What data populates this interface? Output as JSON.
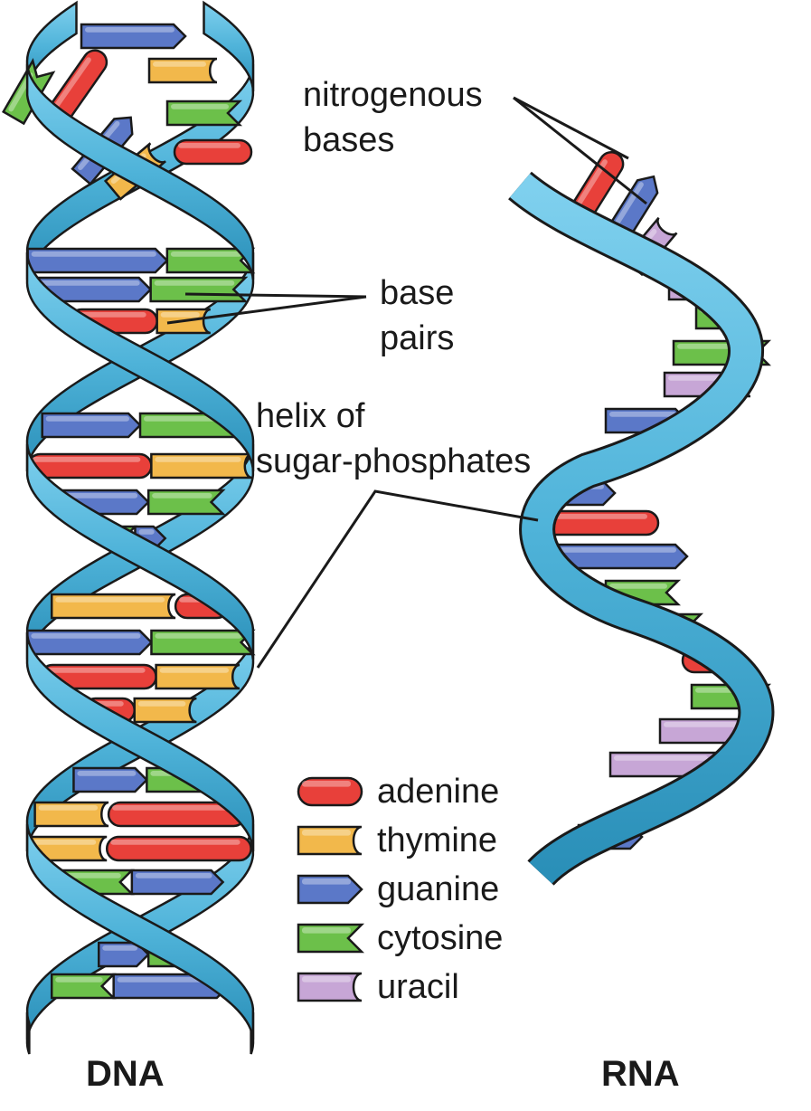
{
  "labels": {
    "nitrogenous_bases_1": "nitrogenous",
    "nitrogenous_bases_2": "bases",
    "base_pairs_1": "base",
    "base_pairs_2": "pairs",
    "helix_1": "helix of",
    "helix_2": "sugar-phosphates"
  },
  "titles": {
    "dna": "DNA",
    "rna": "RNA"
  },
  "legend": [
    {
      "label": "adenine",
      "color": "#e8403a",
      "shape": "rounded"
    },
    {
      "label": "thymine",
      "color": "#f2b84b",
      "shape": "notch-round"
    },
    {
      "label": "guanine",
      "color": "#5b78c8",
      "shape": "arrow"
    },
    {
      "label": "cytosine",
      "color": "#6cc04a",
      "shape": "notch-v"
    },
    {
      "label": "uracil",
      "color": "#c7a6d6",
      "shape": "notch-round"
    }
  ],
  "colors": {
    "backbone": "#4fb3d9",
    "backbone_dark": "#2a8fb8",
    "outline": "#1a1a1a"
  }
}
